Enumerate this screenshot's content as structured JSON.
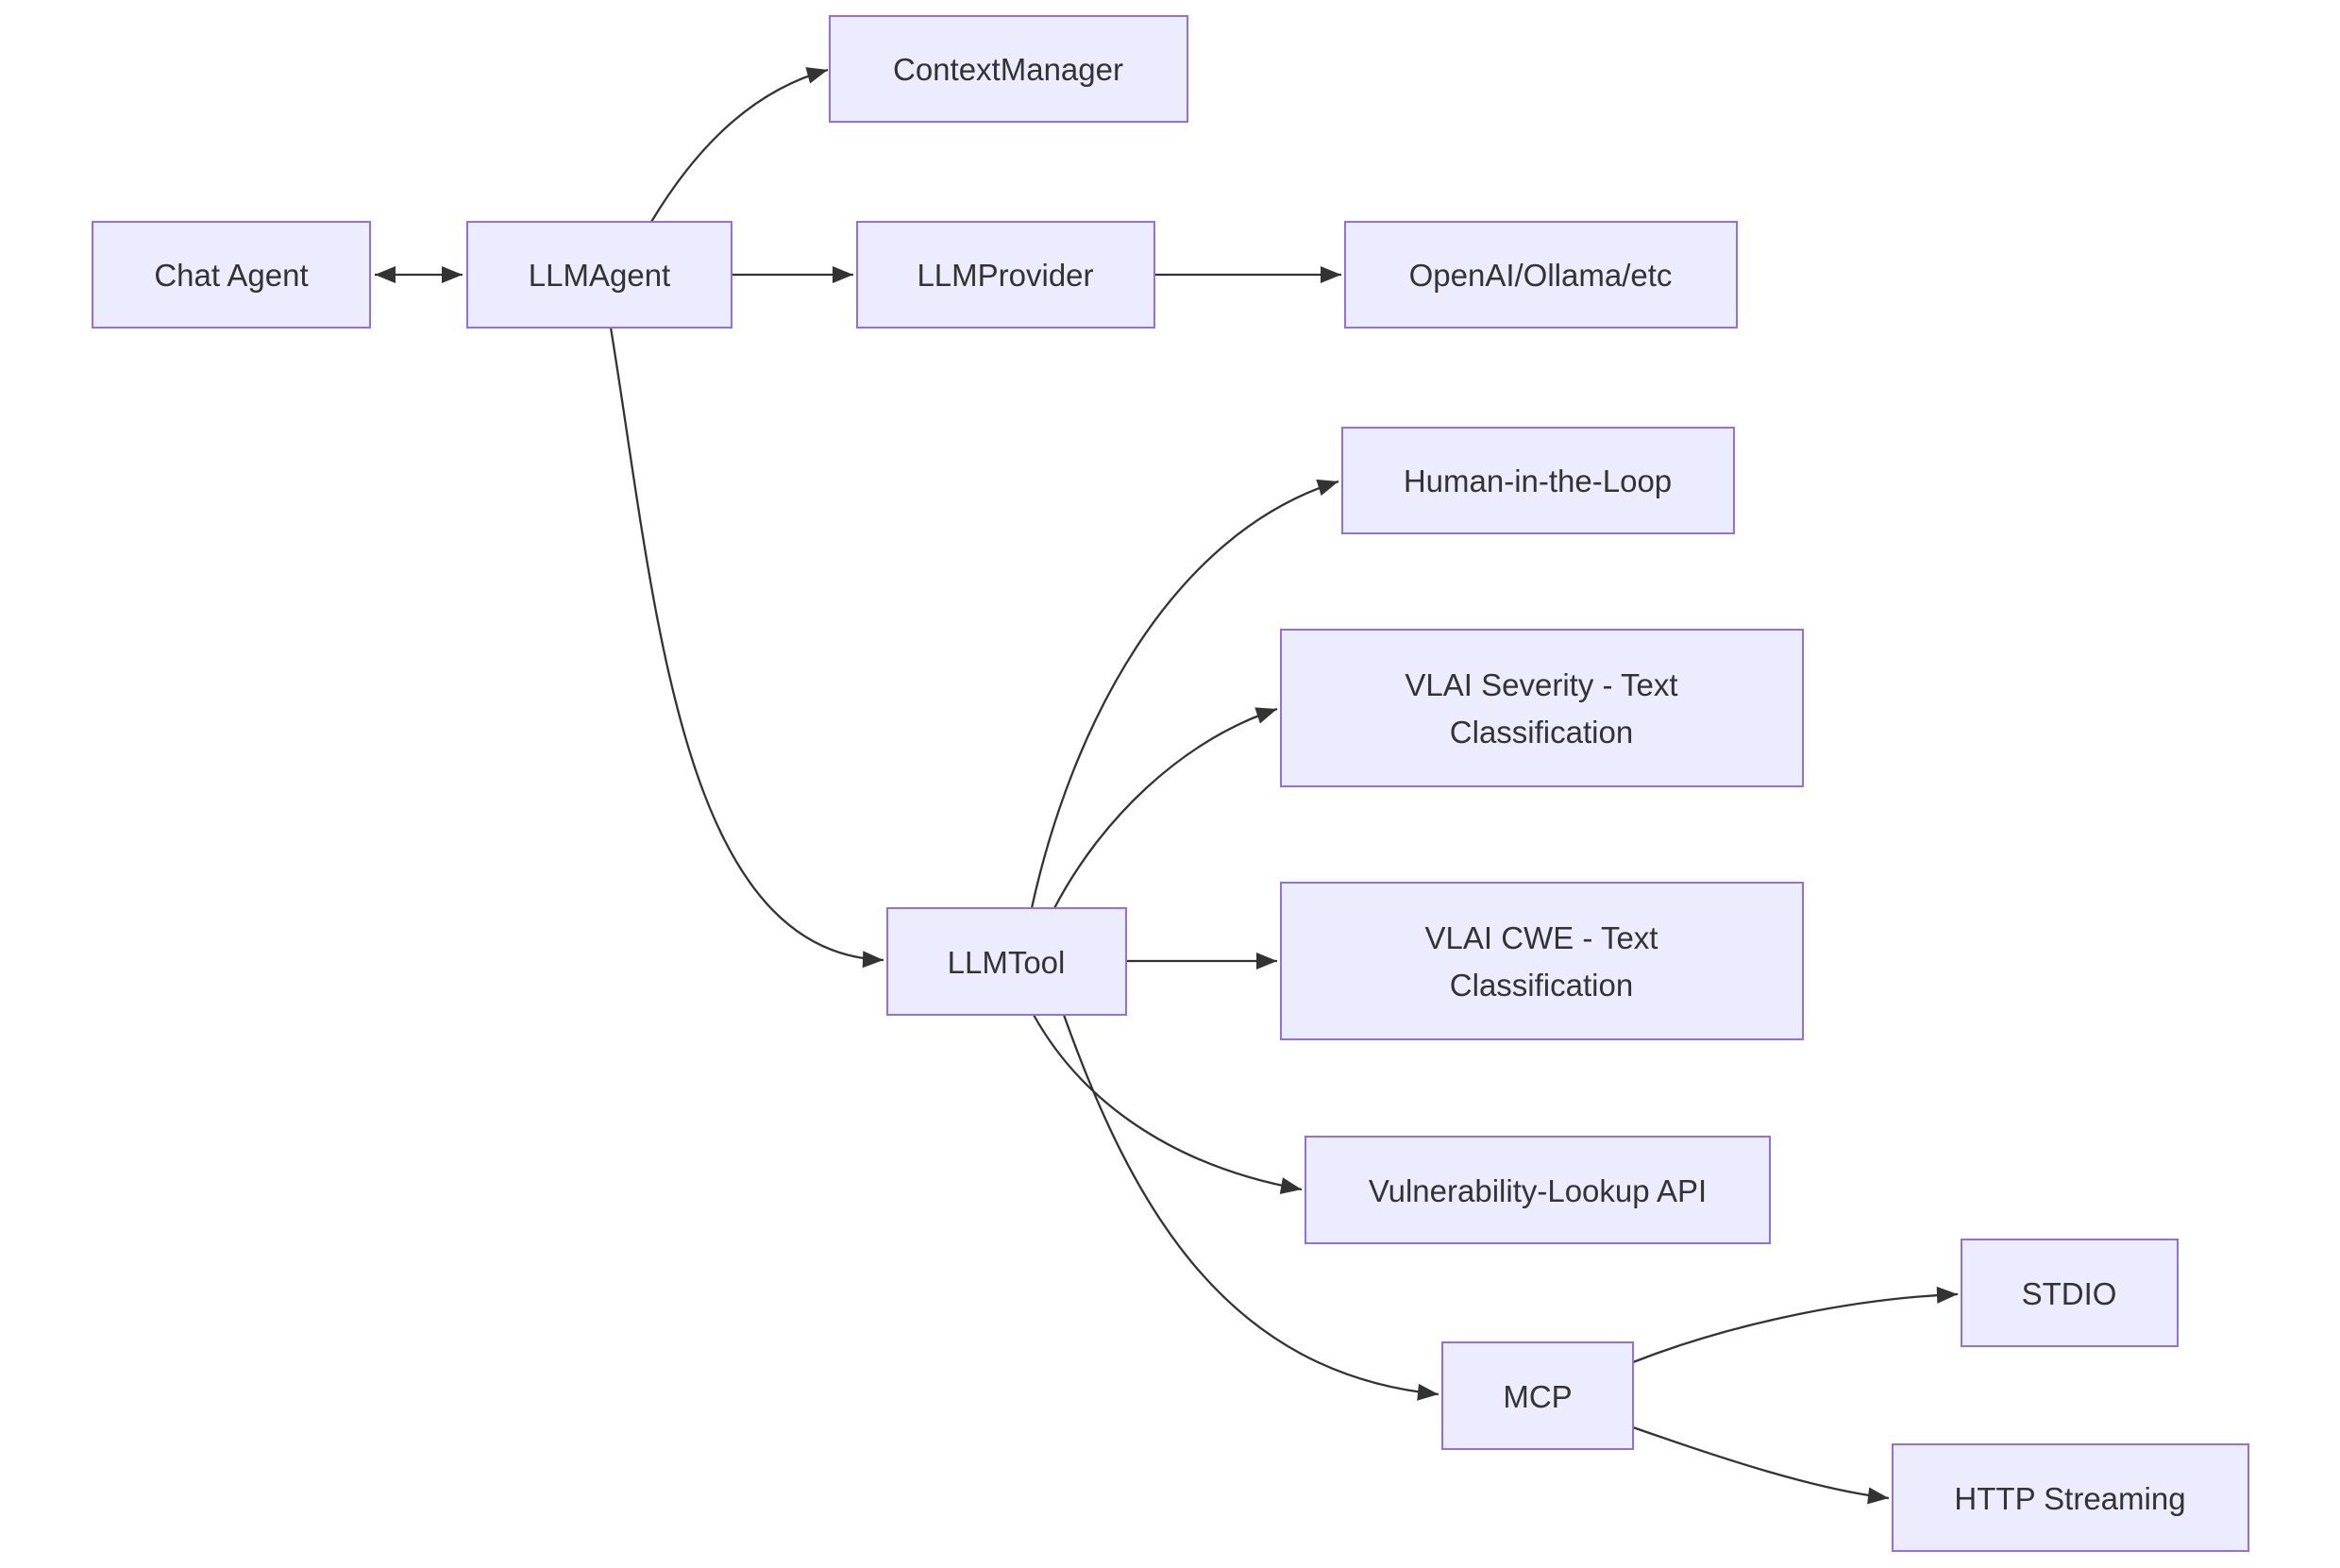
{
  "diagram": {
    "type": "flowchart",
    "background_color": "#ffffff",
    "node_fill_color": "#ECECFF",
    "node_border_color": "#9370DB",
    "edge_color": "#333333",
    "text_color": "#333333",
    "nodes": {
      "chat_agent": {
        "label": "Chat Agent"
      },
      "llm_agent": {
        "label": "LLMAgent"
      },
      "context_manager": {
        "label": "ContextManager"
      },
      "llm_provider": {
        "label": "LLMProvider"
      },
      "openai_ollama": {
        "label": "OpenAI/Ollama/etc"
      },
      "human_in_the_loop": {
        "label": "Human-in-the-Loop"
      },
      "vlai_severity": {
        "line1": "VLAI Severity - Text",
        "line2": "Classification"
      },
      "llm_tool": {
        "label": "LLMTool"
      },
      "vlai_cwe": {
        "line1": "VLAI CWE - Text",
        "line2": "Classification"
      },
      "vulnerability_lookup": {
        "label": "Vulnerability-Lookup API"
      },
      "mcp": {
        "label": "MCP"
      },
      "stdio": {
        "label": "STDIO"
      },
      "http_streaming": {
        "label": "HTTP Streaming"
      }
    },
    "edges": [
      {
        "from": "Chat Agent",
        "to": "LLMAgent",
        "direction": "bidirectional"
      },
      {
        "from": "LLMAgent",
        "to": "ContextManager",
        "direction": "forward"
      },
      {
        "from": "LLMAgent",
        "to": "LLMProvider",
        "direction": "forward"
      },
      {
        "from": "LLMProvider",
        "to": "OpenAI/Ollama/etc",
        "direction": "forward"
      },
      {
        "from": "LLMAgent",
        "to": "LLMTool",
        "direction": "forward"
      },
      {
        "from": "LLMTool",
        "to": "Human-in-the-Loop",
        "direction": "forward"
      },
      {
        "from": "LLMTool",
        "to": "VLAI Severity - Text Classification",
        "direction": "forward"
      },
      {
        "from": "LLMTool",
        "to": "VLAI CWE - Text Classification",
        "direction": "forward"
      },
      {
        "from": "LLMTool",
        "to": "Vulnerability-Lookup API",
        "direction": "forward"
      },
      {
        "from": "LLMTool",
        "to": "MCP",
        "direction": "forward"
      },
      {
        "from": "MCP",
        "to": "STDIO",
        "direction": "forward"
      },
      {
        "from": "MCP",
        "to": "HTTP Streaming",
        "direction": "forward"
      }
    ]
  }
}
